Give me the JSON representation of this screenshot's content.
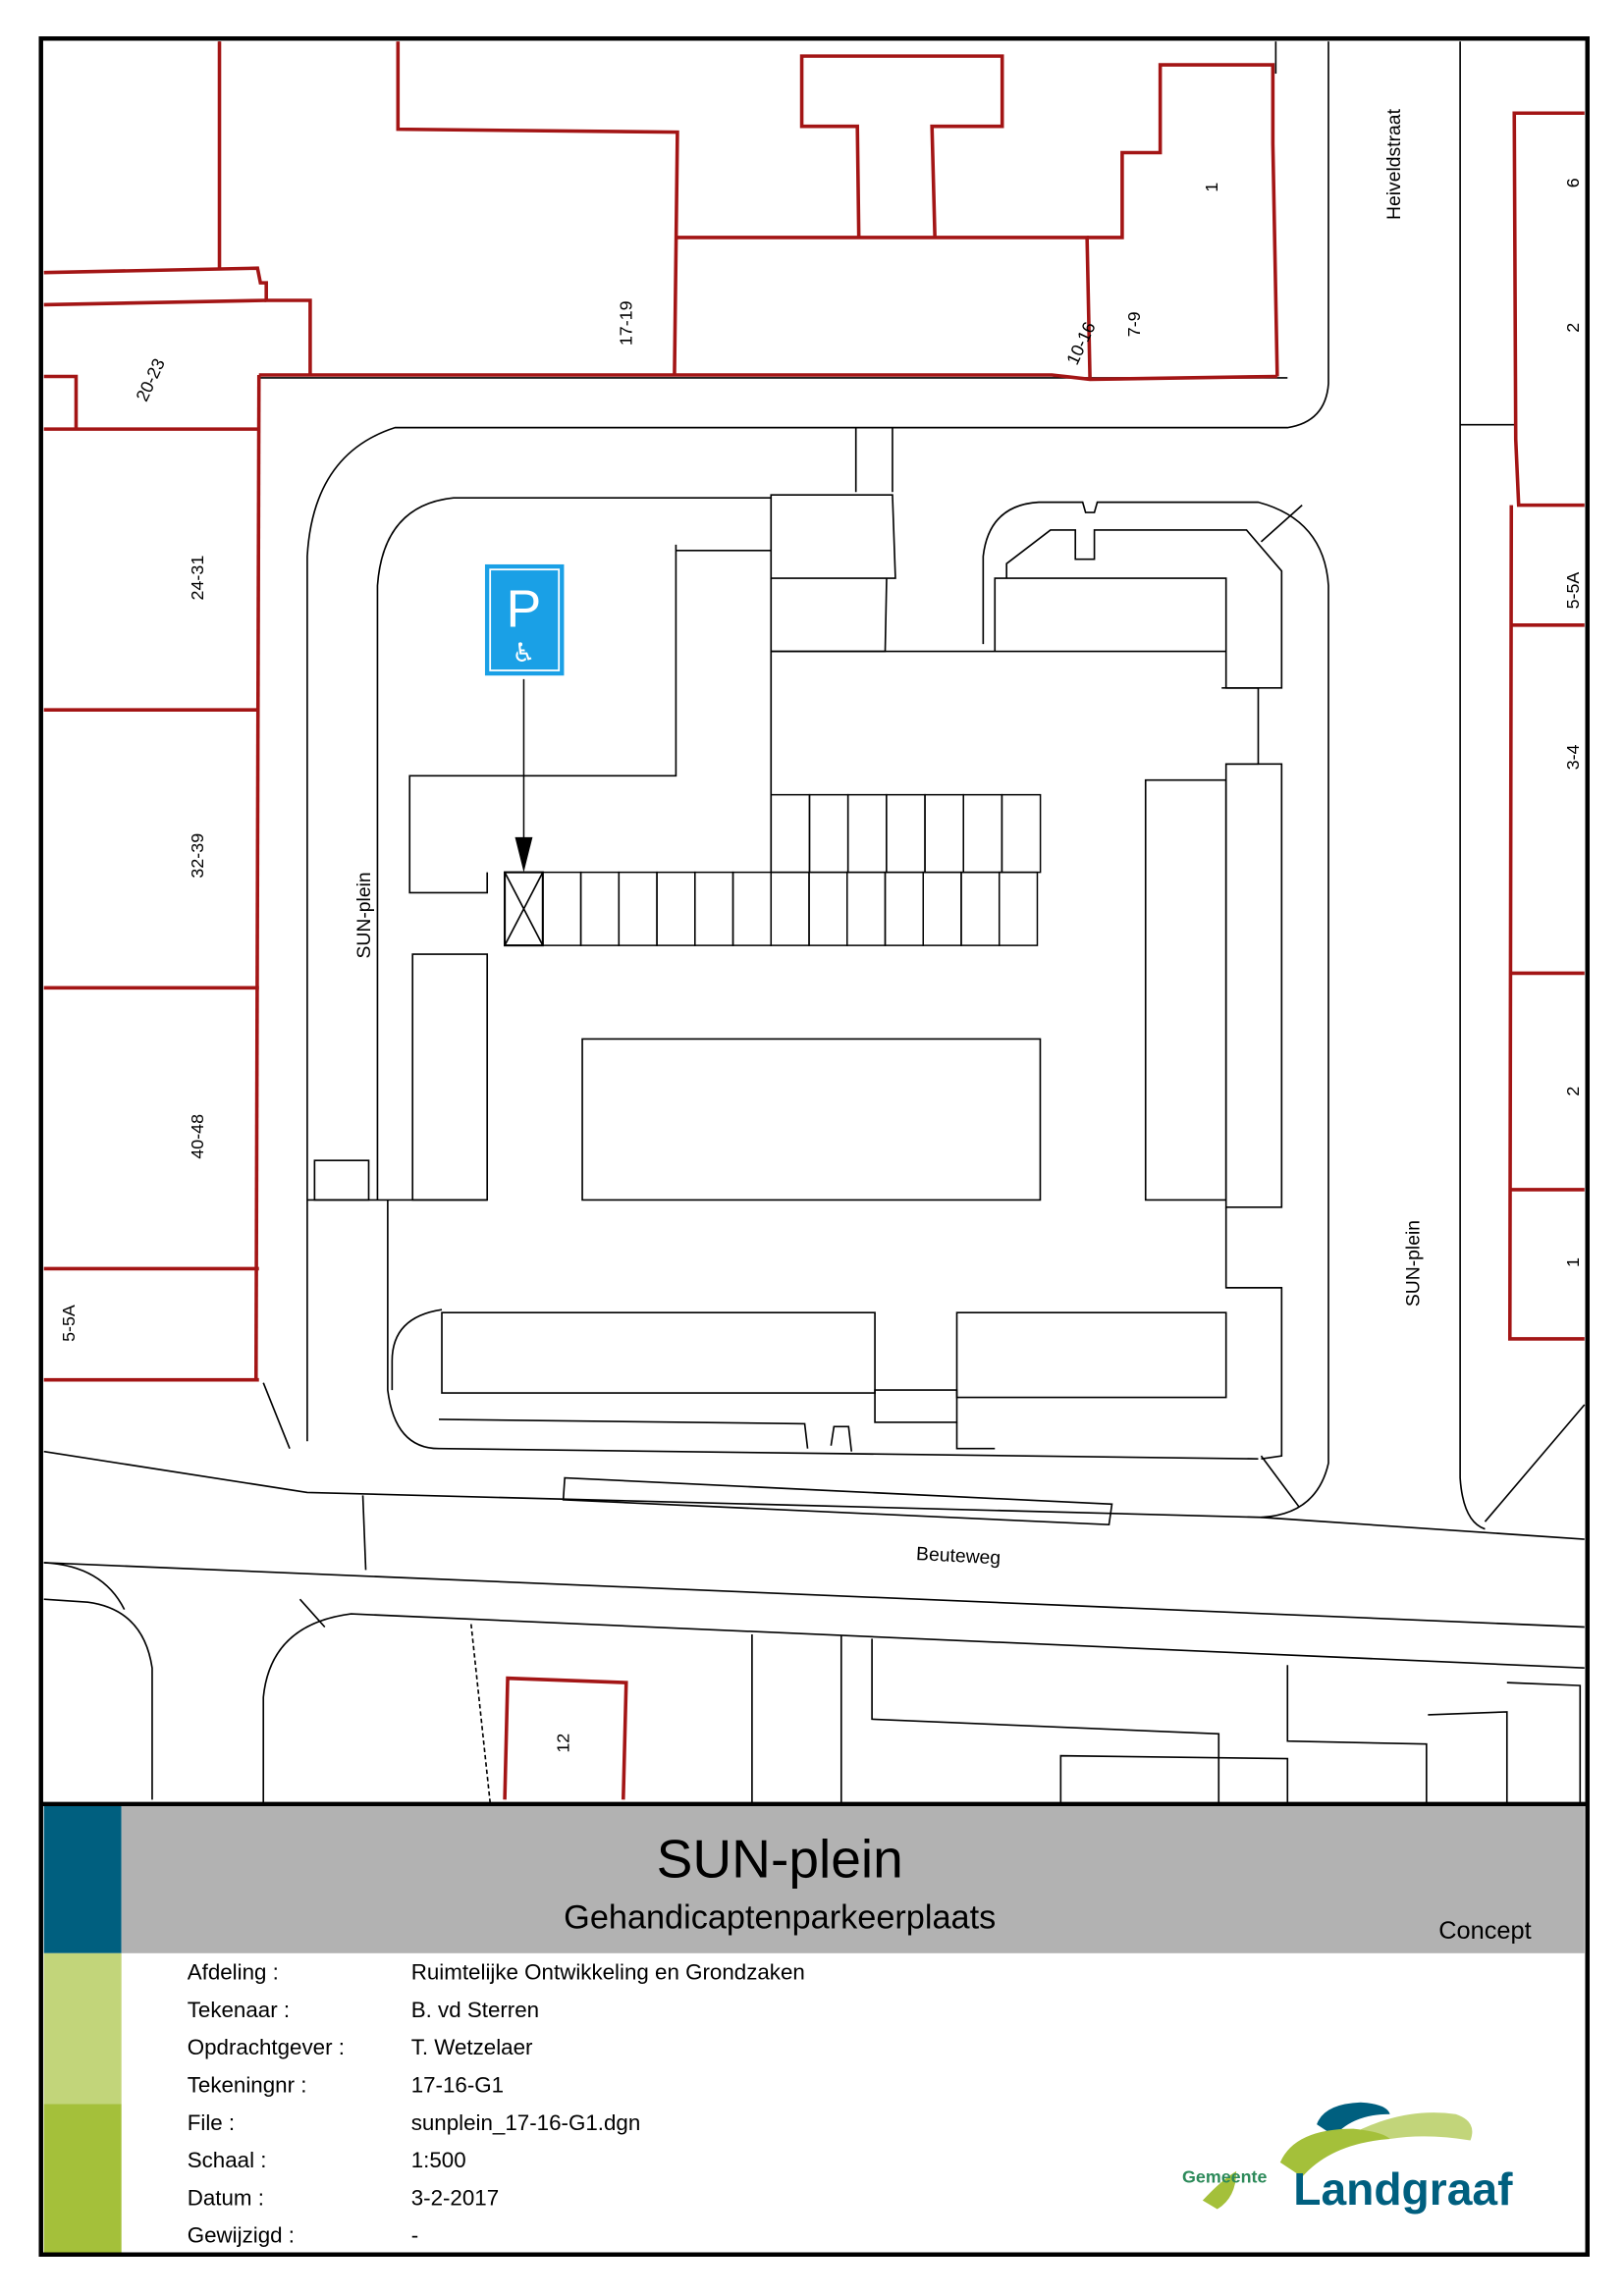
{
  "map": {
    "street_labels": {
      "heiveldstraat": "Heiveldstraat",
      "sun_plein_west": "SUN-plein",
      "sun_plein_east": "SUN-plein",
      "beuteweg": "Beuteweg"
    },
    "house_numbers": {
      "n17_19": "17-19",
      "n10_16": "10-16",
      "n7_9": "7-9",
      "n1": "1",
      "n20_23": "20-23",
      "n24_31": "24-31",
      "n32_39": "32-39",
      "n40_48": "40-48",
      "n5_5a_west": "5-5A",
      "n6": "6",
      "n2_north": "2",
      "n5_5a_east": "5-5A",
      "n3_4": "3-4",
      "n2_south": "2",
      "n1_east": "1",
      "n12": "12"
    },
    "parking_sign": {
      "letter": "P",
      "symbol": "♿"
    }
  },
  "title_block": {
    "title": "SUN-plein",
    "subtitle": "Gehandicaptenparkeerplaats",
    "status": "Concept",
    "rows": [
      {
        "label": "Afdeling :",
        "value": "Ruimtelijke Ontwikkeling en Grondzaken"
      },
      {
        "label": "Tekenaar :",
        "value": "B. vd Sterren"
      },
      {
        "label": "Opdrachtgever :",
        "value": "T. Wetzelaer"
      },
      {
        "label": "Tekeningnr :",
        "value": "17-16-G1"
      },
      {
        "label": "File :",
        "value": "sunplein_17-16-G1.dgn"
      },
      {
        "label": "Schaal :",
        "value": "1:500"
      },
      {
        "label": "Datum :",
        "value": "3-2-2017"
      },
      {
        "label": "Gewijzigd :",
        "value": "-"
      }
    ],
    "logo": {
      "prefix": "Gemeente",
      "name": "Landgraaf"
    }
  },
  "colors": {
    "parcel": "#a31515",
    "teal": "#005f7f",
    "light_green": "#c2d57a",
    "green": "#a4c03a",
    "band_gray": "#b2b2b2",
    "sign_blue": "#1aa0e6"
  }
}
